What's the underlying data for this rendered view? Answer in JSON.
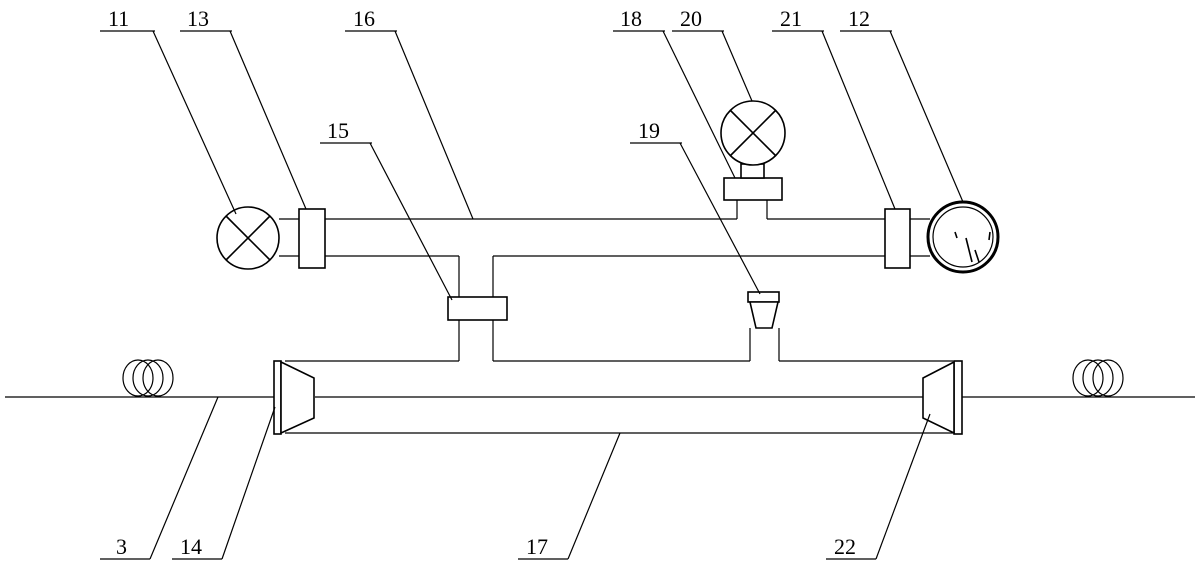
{
  "labels": {
    "l11": "11",
    "l13": "13",
    "l16": "16",
    "l18": "18",
    "l20": "20",
    "l21": "21",
    "l12": "12",
    "l15": "15",
    "l19": "19",
    "l3": "3",
    "l14": "14",
    "l17": "17",
    "l22": "22"
  }
}
